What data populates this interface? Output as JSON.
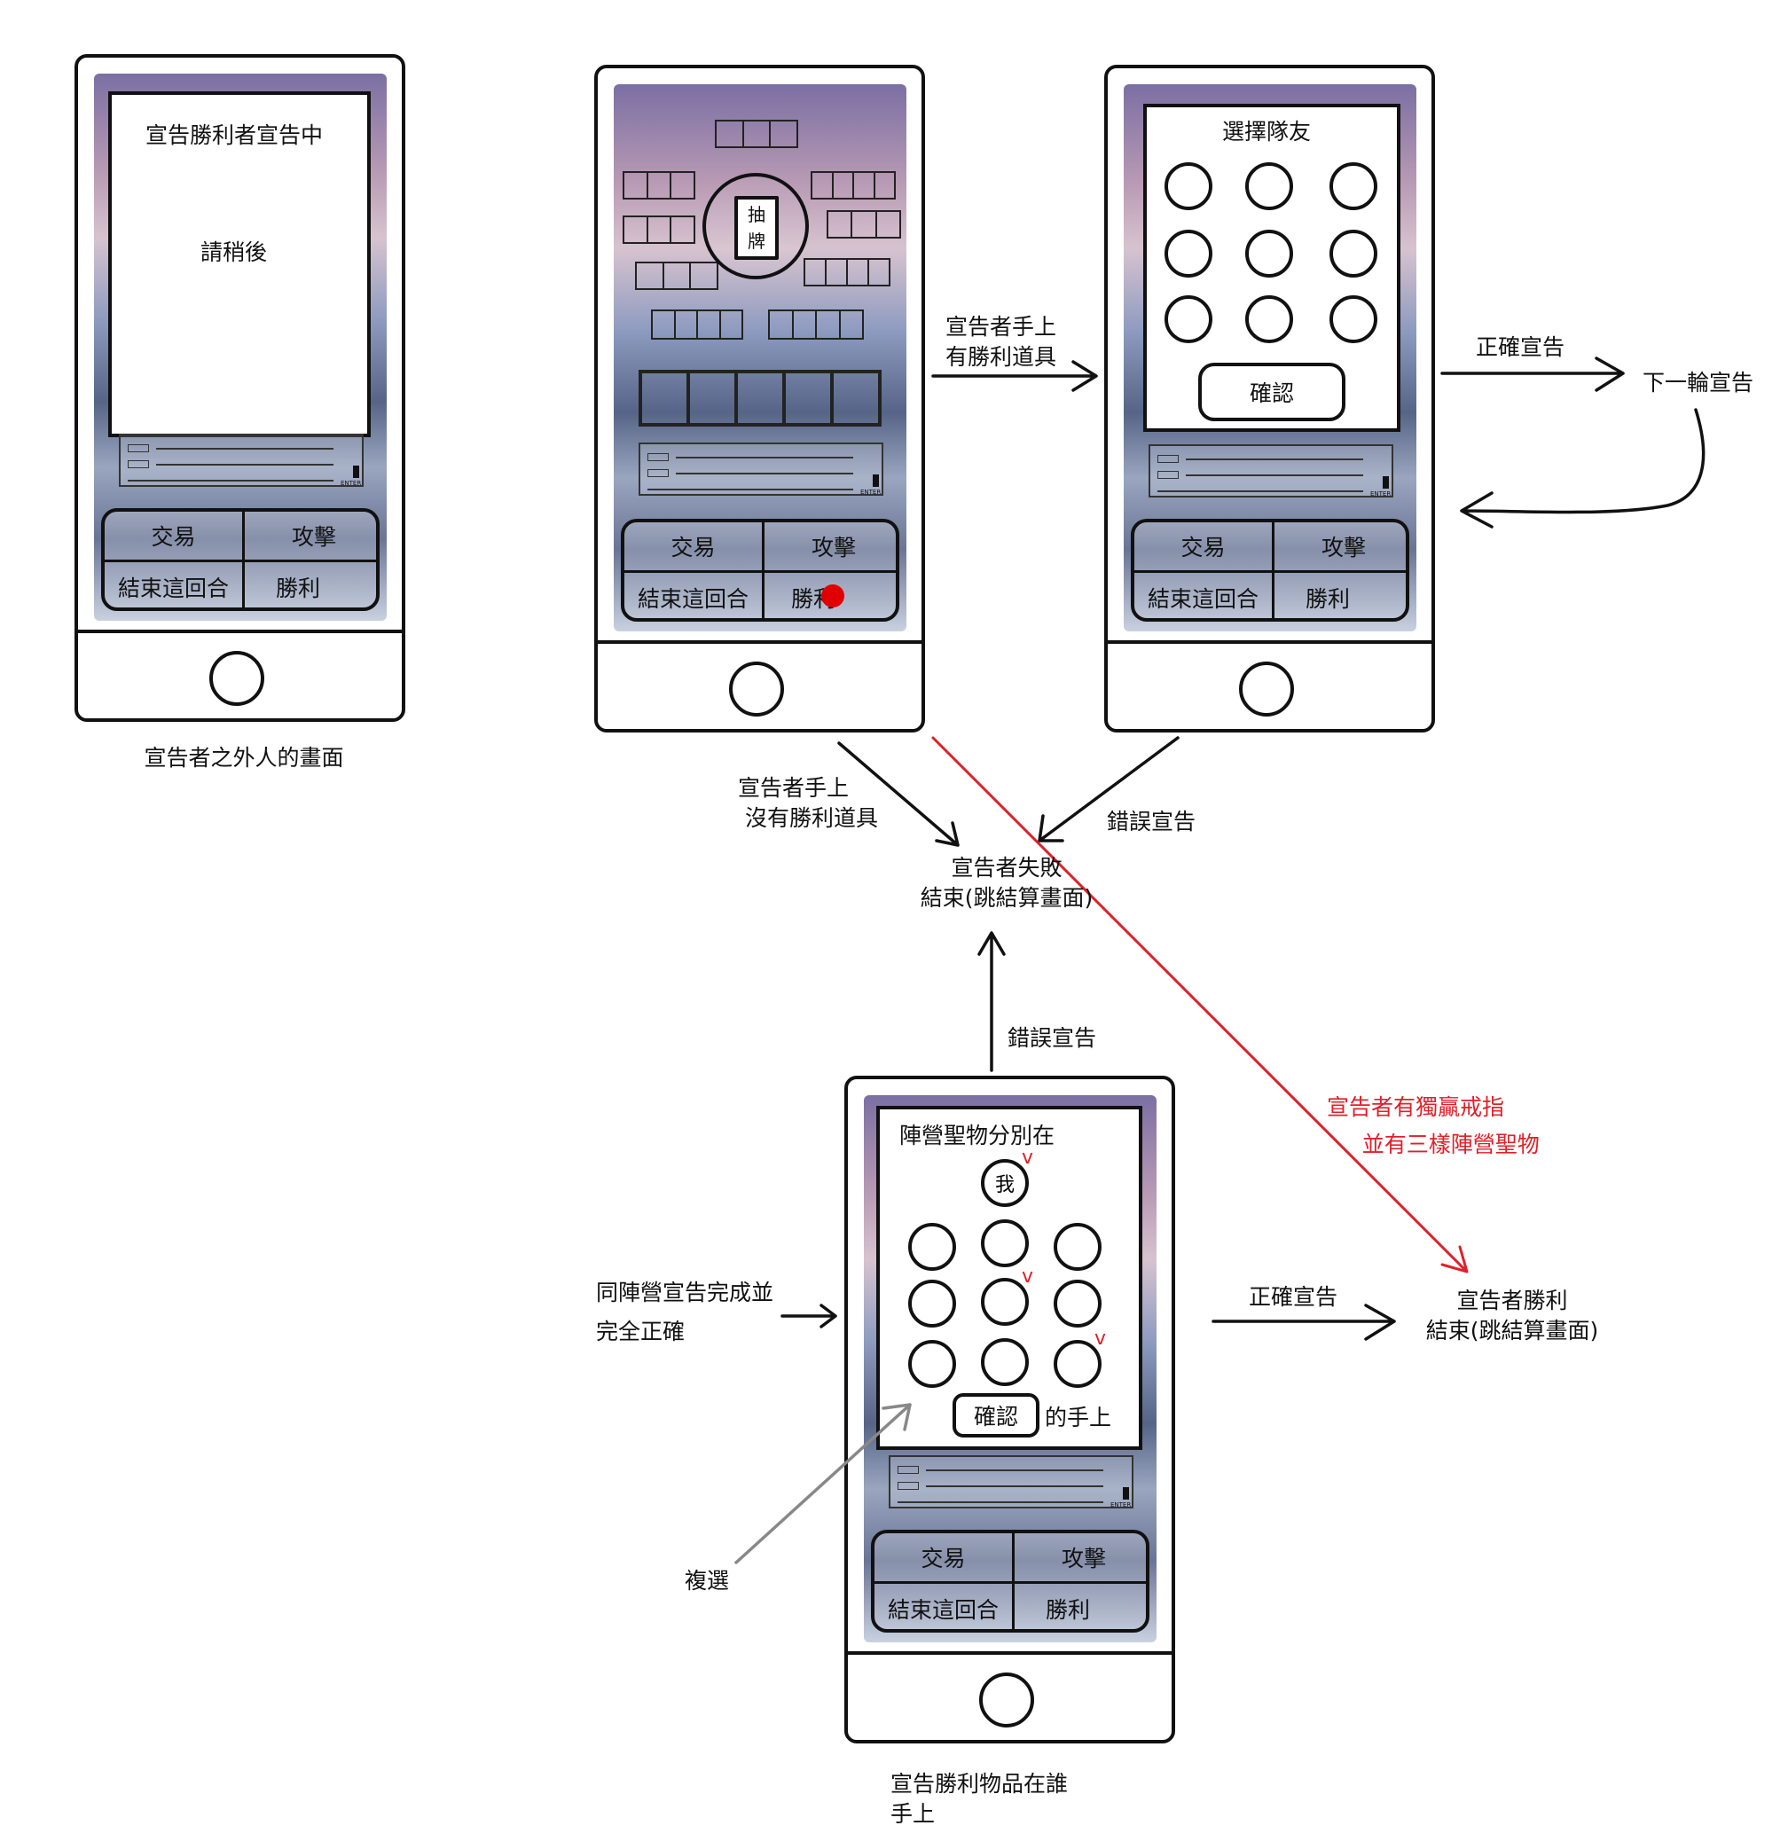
{
  "phones": {
    "observer": {
      "panel_title": "宣告勝利者宣告中",
      "panel_wait": "請稍後",
      "actions": [
        "交易",
        "攻擊",
        "結束這回合",
        "勝利"
      ],
      "caption": "宣告者之外人的畫面"
    },
    "main": {
      "draw_button": "抽\n牌",
      "actions": [
        "交易",
        "攻擊",
        "結束這回合",
        "勝利"
      ]
    },
    "teammate": {
      "panel_title": "選擇隊友",
      "confirm": "確認",
      "actions": [
        "交易",
        "攻擊",
        "結束這回合",
        "勝利"
      ]
    },
    "holders": {
      "panel_title": "陣營聖物分別在",
      "me": "我",
      "confirm": "確認",
      "suffix": "的手上",
      "check": "v",
      "actions": [
        "交易",
        "攻擊",
        "結束這回合",
        "勝利"
      ],
      "caption": "宣告勝利物品在誰\n手上"
    }
  },
  "flow": {
    "has_item": "宣告者手上\n有勝利道具",
    "correct_1": "正確宣告",
    "next_round": "下一輪宣告",
    "no_item": "宣告者手上\n 沒有勝利道具",
    "wrong_1": "錯誤宣告",
    "fail": "宣告者失敗\n結束(跳結算畫面)",
    "wrong_2": "錯誤宣告",
    "ring": "宣告者有獨贏戒指\n     並有三樣陣營聖物",
    "same_camp": "同陣營宣告完成並\n完全正確",
    "multi": "複選",
    "correct_2": "正確宣告",
    "win": "宣告者勝利\n結束(跳結算畫面)"
  },
  "colors": {
    "red": "#e0202a",
    "gray_arrow": "#888888",
    "ink": "#111111"
  }
}
